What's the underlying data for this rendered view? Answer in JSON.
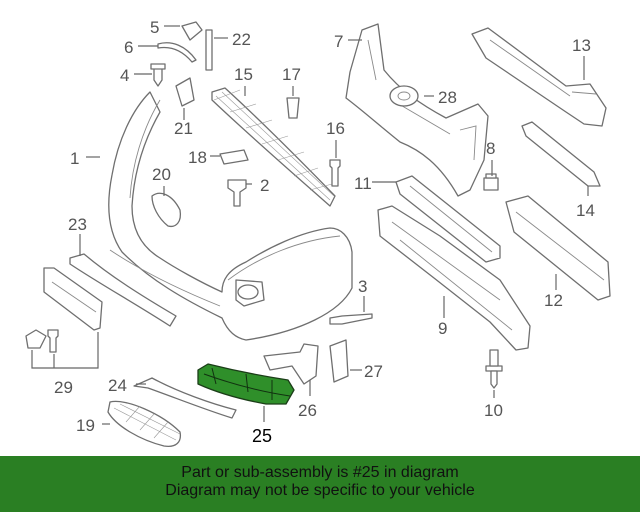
{
  "callouts": {
    "c1": "1",
    "c2": "2",
    "c3": "3",
    "c4": "4",
    "c5": "5",
    "c6": "6",
    "c7": "7",
    "c8": "8",
    "c9": "9",
    "c10": "10",
    "c11": "11",
    "c12": "12",
    "c13": "13",
    "c14": "14",
    "c15": "15",
    "c16": "16",
    "c17": "17",
    "c18": "18",
    "c19": "19",
    "c20": "20",
    "c21": "21",
    "c22": "22",
    "c23": "23",
    "c24": "24",
    "c25": "25",
    "c26": "26",
    "c27": "27",
    "c28": "28",
    "c29": "29"
  },
  "highlight": {
    "part": "25",
    "color": "#2f8f2a"
  },
  "banner": {
    "line1": "Part or sub-assembly is #25 in diagram",
    "line2": "Diagram may not be specific to your vehicle",
    "background": "#2a7f23"
  }
}
